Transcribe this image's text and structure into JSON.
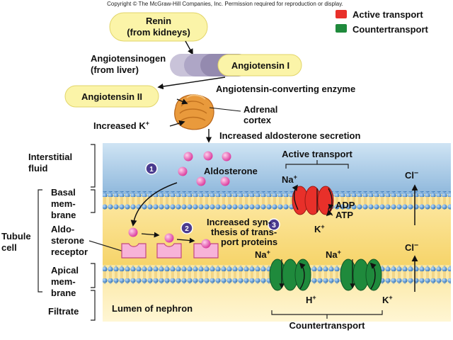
{
  "copyright": "Copyright © The McGraw-Hill Companies, Inc. Permission required for reproduction or display.",
  "legend": {
    "active": {
      "label": "Active transport",
      "color": "#e8302a"
    },
    "counter": {
      "label": "Countertransport",
      "color": "#1f8a3c"
    }
  },
  "renin": {
    "line1": "Renin",
    "line2": "(from kidneys)"
  },
  "angiotensinogen": {
    "line1": "Angiotensinogen",
    "line2": "(from liver)"
  },
  "angiotensin1": "Angiotensin I",
  "angiotensin2": "Angiotensin II",
  "ace": "Angiotensin-converting enzyme",
  "adrenal": {
    "line1": "Adrenal",
    "line2": "cortex"
  },
  "increased_k": "Increased K",
  "k_sup": "+",
  "aldo_secretion": "Increased aldosterone secretion",
  "left_labels": {
    "interstitial": {
      "line1": "Interstitial",
      "line2": "fluid"
    },
    "basal": {
      "line1": "Basal",
      "line2": "mem-",
      "line3": "brane"
    },
    "tubule": {
      "line1": "Tubule",
      "line2": "cell"
    },
    "receptor": {
      "line1": "Aldo-",
      "line2": "sterone",
      "line3": "receptor"
    },
    "apical": {
      "line1": "Apical",
      "line2": "mem-",
      "line3": "brane"
    },
    "filtrate": "Filtrate"
  },
  "aldosterone": "Aldosterone",
  "active_transport_label": "Active transport",
  "synthesis": {
    "line1": "Increased syn-",
    "line2": "thesis of trans-",
    "line3": "port proteins"
  },
  "steps": [
    "1",
    "2",
    "3"
  ],
  "ions": {
    "na": "Na",
    "k": "K",
    "h": "H",
    "cl": "Cl",
    "plus": "+",
    "minus": "–",
    "adp": "ADP",
    "atp": "ATP"
  },
  "lumen": "Lumen of nephron",
  "countertransport_label": "Countertransport"
}
